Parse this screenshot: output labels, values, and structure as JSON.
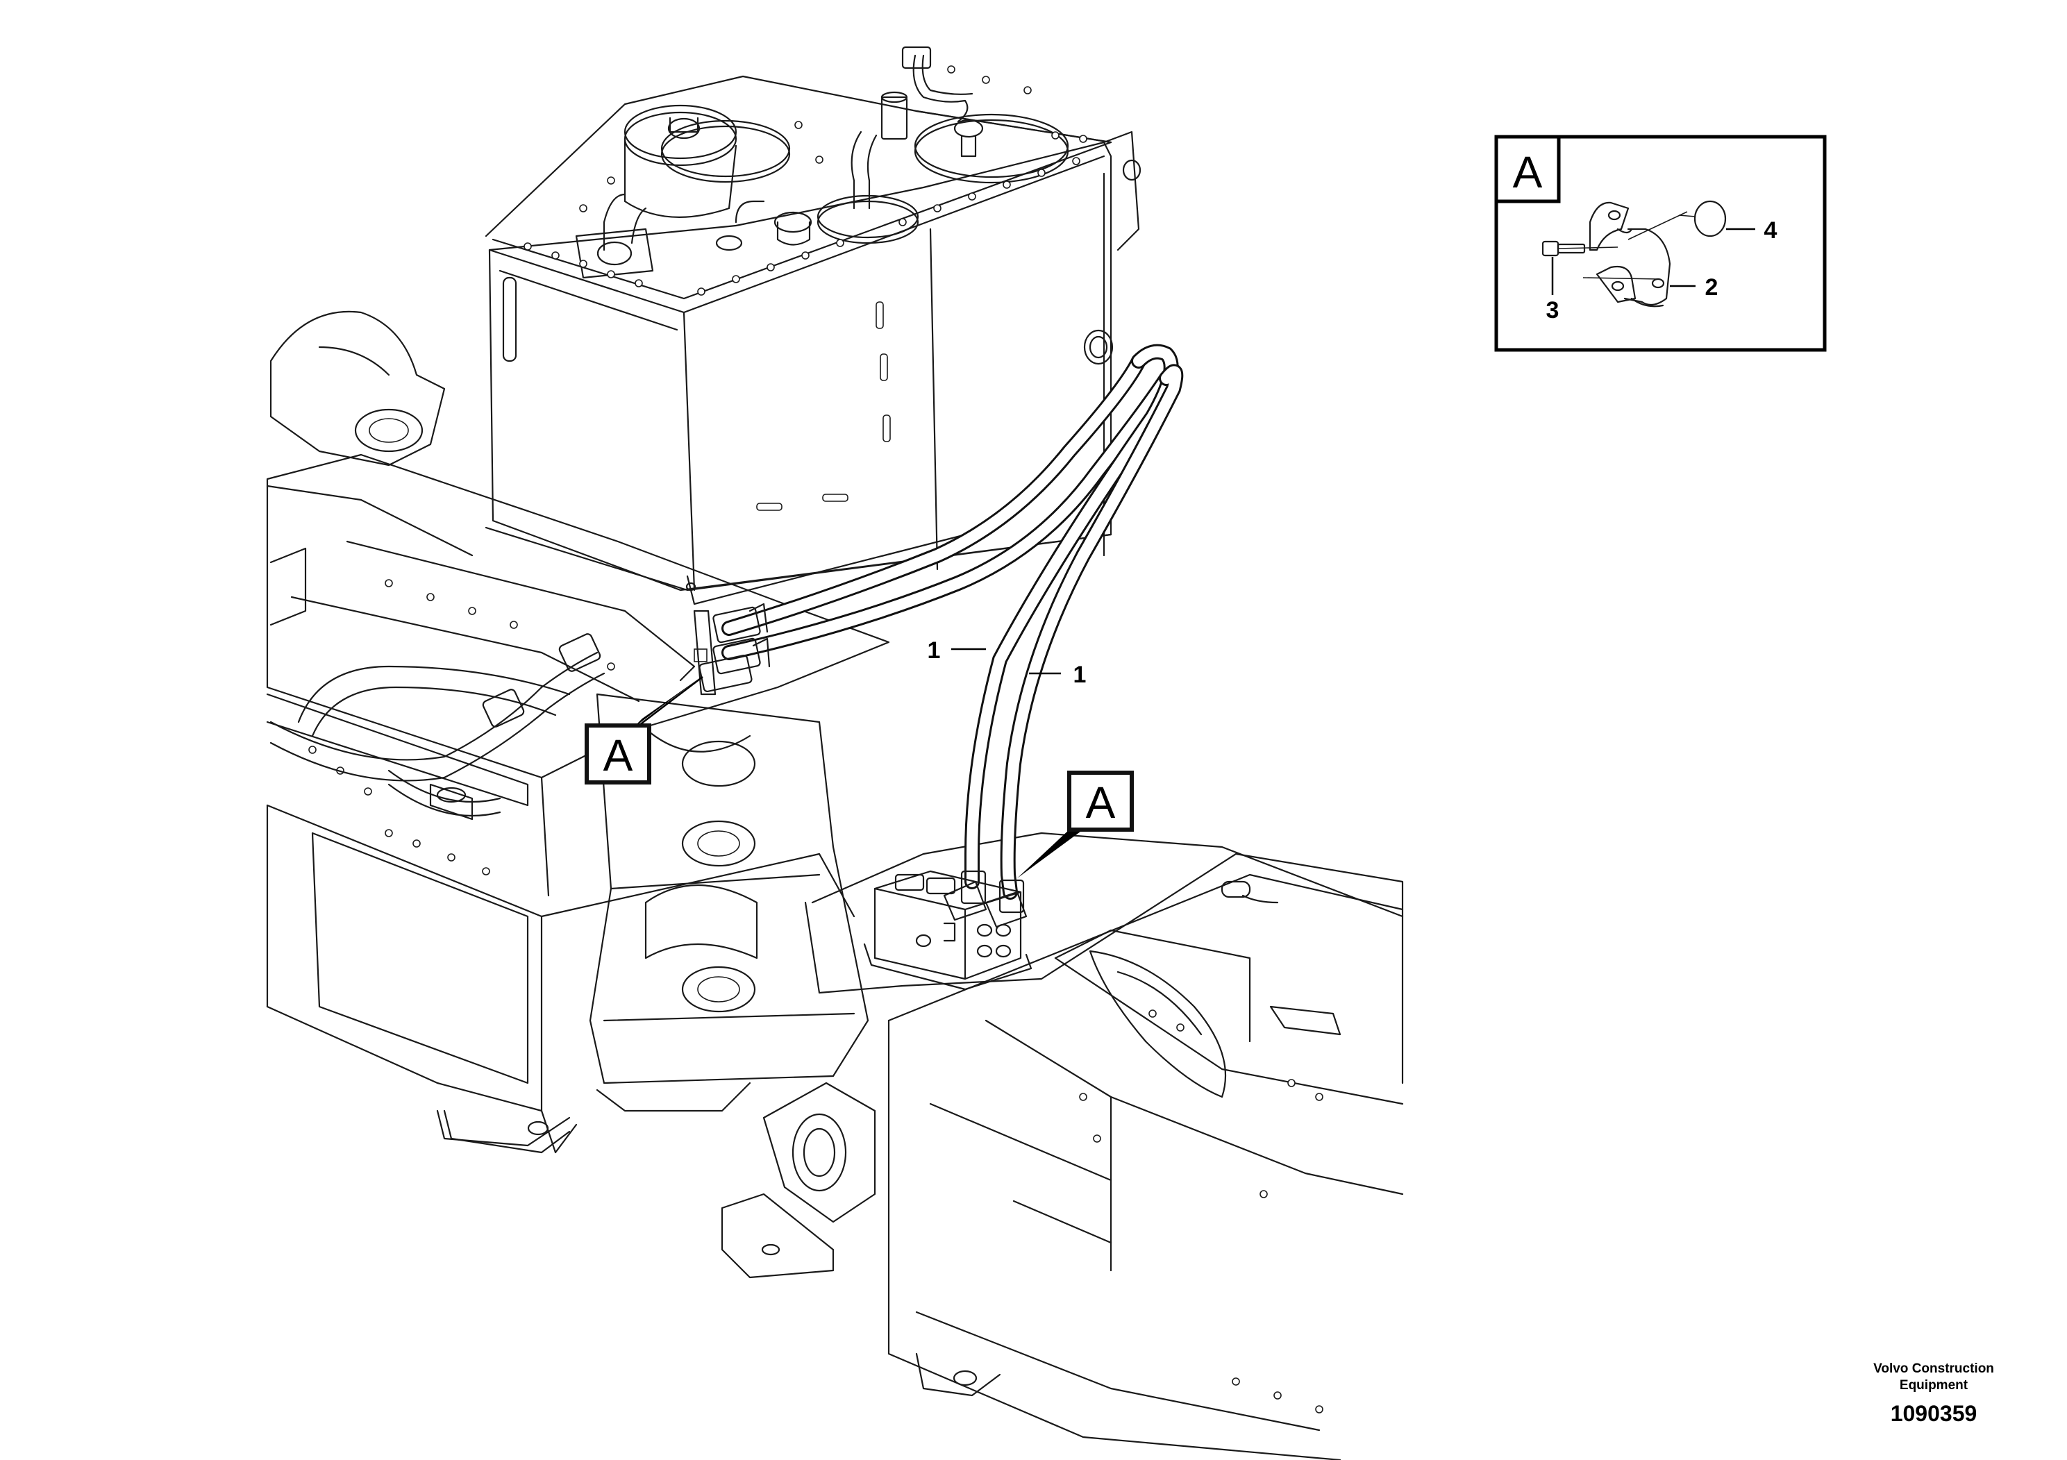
{
  "callouts": {
    "hose_left": "1",
    "hose_right": "1",
    "flange_half": "2",
    "screw": "3",
    "o_ring": "4"
  },
  "detail_labels": {
    "inset": "A",
    "upper_connection": "A",
    "lower_connection": "A"
  },
  "footer": {
    "company_line1": "Volvo Construction",
    "company_line2": "Equipment",
    "figure_number": "1090359"
  }
}
